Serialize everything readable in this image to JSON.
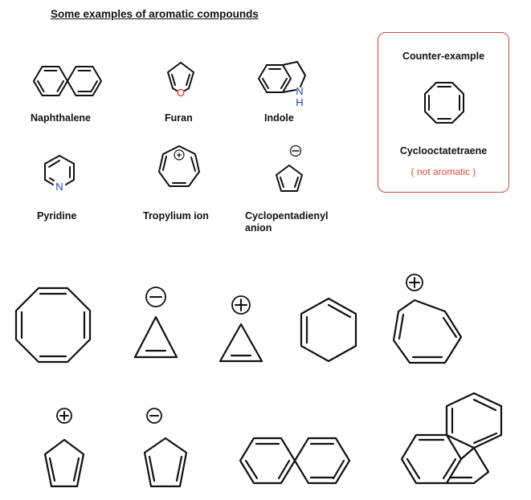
{
  "title": "Some examples of aromatic compounds",
  "examples": {
    "naphthalene": "Naphthalene",
    "furan": "Furan",
    "furan_atom": "O",
    "indole": "Indole",
    "indole_atom_n": "N",
    "indole_atom_h": "H",
    "pyridine": "Pyridine",
    "pyridine_atom": "N",
    "tropylium": "Tropylium ion",
    "cyclopentadienyl_line1": "Cyclopentadienyl",
    "cyclopentadienyl_line2": "anion"
  },
  "counter": {
    "title": "Counter-example",
    "name": "Cyclooctatetraene",
    "note": "( not aromatic )"
  },
  "colors": {
    "oxygen": "#d62a1c",
    "nitrogen": "#1d3fbf",
    "box_border": "#c24a4a",
    "note": "#d24a3a"
  },
  "charges": {
    "plus": "+",
    "minus": "−"
  }
}
